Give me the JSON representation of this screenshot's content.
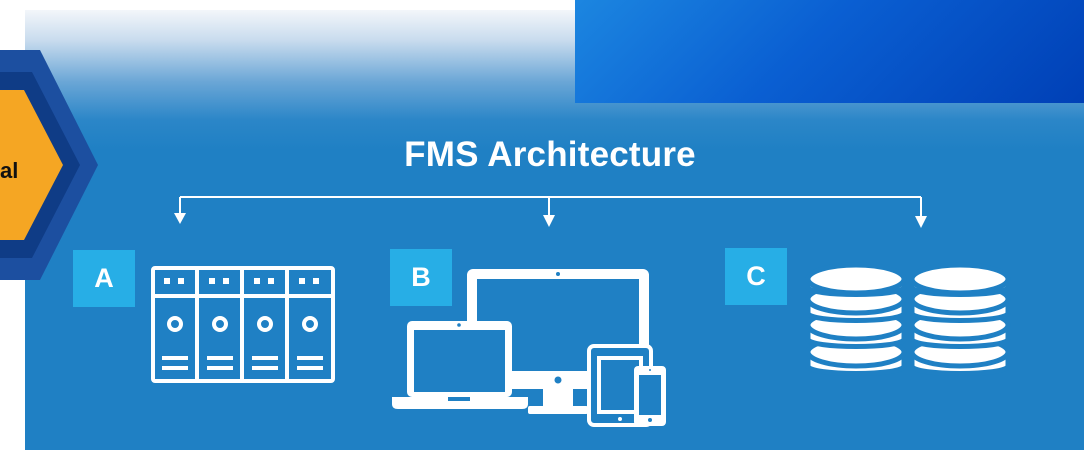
{
  "left_tab": {
    "label_partial": "al"
  },
  "diagram": {
    "title": "FMS Architecture",
    "components": [
      {
        "badge": "A",
        "icon": "server-rack-icon"
      },
      {
        "badge": "B",
        "icon": "multi-device-icon"
      },
      {
        "badge": "C",
        "icon": "database-icon"
      }
    ]
  },
  "colors": {
    "panel": "#1f80c4",
    "badge": "#27aee6",
    "corner_block": "#0a5fd2",
    "chevron_fill": "#f5a623",
    "chevron_border": "#1c4fa0",
    "icon_fill": "#ffffff"
  }
}
